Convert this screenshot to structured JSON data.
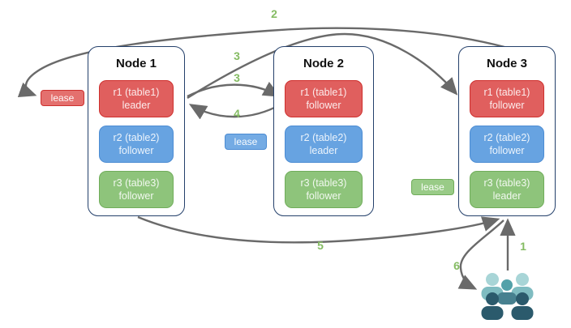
{
  "nodes": [
    {
      "title": "Node 1",
      "replicas": [
        {
          "label": "r1 (table1)",
          "role": "leader",
          "color": "#e05f5e"
        },
        {
          "label": "r2 (table2)",
          "role": "follower",
          "color": "#67a3e1"
        },
        {
          "label": "r3 (table3)",
          "role": "follower",
          "color": "#8ec47b"
        }
      ]
    },
    {
      "title": "Node 2",
      "replicas": [
        {
          "label": "r1 (table1)",
          "role": "follower",
          "color": "#e05f5e"
        },
        {
          "label": "r2 (table2)",
          "role": "leader",
          "color": "#67a3e1"
        },
        {
          "label": "r3 (table3)",
          "role": "follower",
          "color": "#8ec47b"
        }
      ]
    },
    {
      "title": "Node 3",
      "replicas": [
        {
          "label": "r1 (table1)",
          "role": "follower",
          "color": "#e05f5e"
        },
        {
          "label": "r2 (table2)",
          "role": "follower",
          "color": "#67a3e1"
        },
        {
          "label": "r3 (table3)",
          "role": "leader",
          "color": "#8ec47b"
        }
      ]
    }
  ],
  "leases": [
    {
      "label": "lease",
      "color": "#e4706e"
    },
    {
      "label": "lease",
      "color": "#74abe4"
    },
    {
      "label": "lease",
      "color": "#99cb87"
    }
  ],
  "steps": {
    "s1": "1",
    "s2": "2",
    "s3a": "3",
    "s3b": "3",
    "s4": "4",
    "s5": "5",
    "s6": "6"
  },
  "icons": {
    "users": "users-group-icon"
  },
  "colors": {
    "node_border": "#24406b",
    "arrow": "#6a6a6a",
    "step_label": "#85bc63",
    "users_light_head": "#a8d5d7",
    "users_light_body": "#7fbcc1",
    "users_mid_head": "#53a1a9",
    "users_mid_body": "#47808f",
    "users_dark": "#2b5a6c"
  }
}
